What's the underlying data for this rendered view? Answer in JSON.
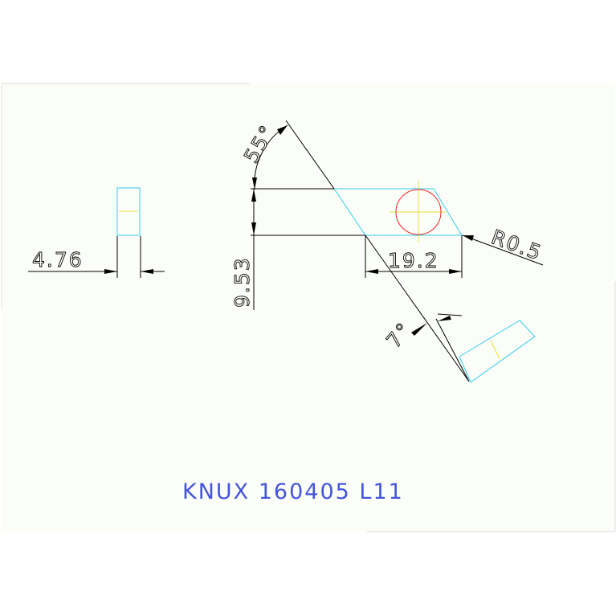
{
  "colors": {
    "paper": "#fbfdf8",
    "title": "#4455dd",
    "outline": "#33ccee",
    "centerline": "#e8e040",
    "hole": "#ee2222",
    "dimension": "#000000"
  },
  "dimensions": {
    "thickness": "4.76",
    "angle_top": "55°",
    "height": "9.53",
    "length": "19.2",
    "corner_radius": "R0.5",
    "clearance_angle": "7°"
  },
  "title": "KNUX  160405  L11"
}
